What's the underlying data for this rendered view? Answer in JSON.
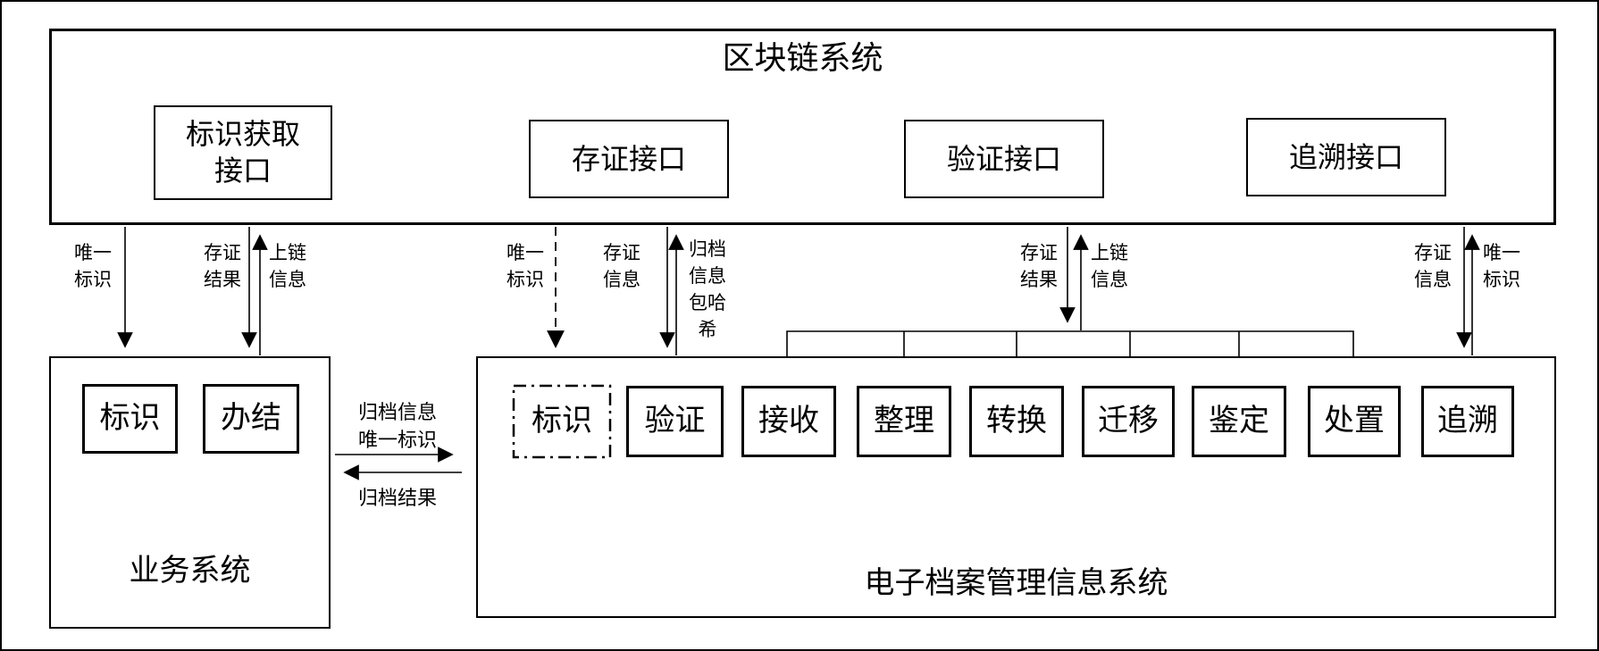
{
  "blockchain": {
    "title": "区块链系统",
    "interfaces": [
      {
        "label": "标识获取\n接口"
      },
      {
        "label": "存证接口"
      },
      {
        "label": "验证接口"
      },
      {
        "label": "追溯接口"
      }
    ]
  },
  "business_system": {
    "title": "业务系统",
    "modules": [
      {
        "label": "标识"
      },
      {
        "label": "办结"
      }
    ]
  },
  "archive_system": {
    "title": "电子档案管理信息系统",
    "modules": [
      {
        "label": "标识",
        "border": "dash-dot"
      },
      {
        "label": "验证"
      },
      {
        "label": "接收"
      },
      {
        "label": "整理"
      },
      {
        "label": "转换"
      },
      {
        "label": "迁移"
      },
      {
        "label": "鉴定"
      },
      {
        "label": "处置"
      },
      {
        "label": "追溯"
      }
    ]
  },
  "flows": {
    "business_group": [
      {
        "label": "唯一\n标识",
        "direction": "down",
        "style": "solid"
      },
      {
        "label": "存证\n结果",
        "direction": "down",
        "style": "solid"
      },
      {
        "label": "上链\n信息",
        "direction": "up",
        "style": "solid"
      }
    ],
    "evidence_group": [
      {
        "label": "唯一\n标识",
        "direction": "down",
        "style": "dashed"
      },
      {
        "label": "存证\n信息",
        "direction": "down",
        "style": "solid"
      },
      {
        "label": "归档\n信息\n包哈\n希",
        "direction": "up",
        "style": "solid"
      }
    ],
    "verify_group": [
      {
        "label": "存证\n结果",
        "direction": "down",
        "style": "solid"
      },
      {
        "label": "上链\n信息",
        "direction": "up",
        "style": "solid"
      }
    ],
    "trace_group": [
      {
        "label": "存证\n信息",
        "direction": "down",
        "style": "solid"
      },
      {
        "label": "唯一\n标识",
        "direction": "up",
        "style": "solid"
      }
    ],
    "business_to_archive": [
      {
        "label": "归档信息\n唯一标识",
        "direction": "right",
        "style": "solid"
      },
      {
        "label": "归档结果",
        "direction": "left",
        "style": "solid"
      }
    ]
  },
  "colors": {
    "line": "#000000",
    "background": "#ffffff"
  }
}
